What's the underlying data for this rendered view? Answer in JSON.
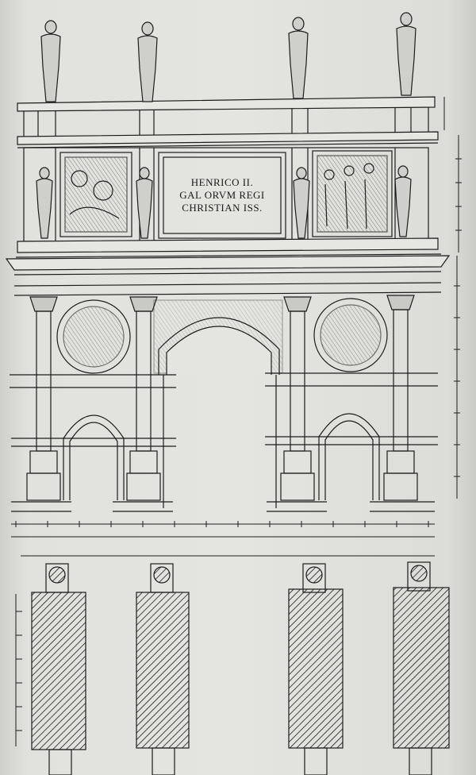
{
  "inscription": {
    "line1": "HENRICO II.",
    "line2": "GAL ORVM REGI",
    "line3": "CHRISTIAN ISS."
  },
  "colors": {
    "paper": "#e2e2de",
    "ink": "#1c1c1c"
  }
}
